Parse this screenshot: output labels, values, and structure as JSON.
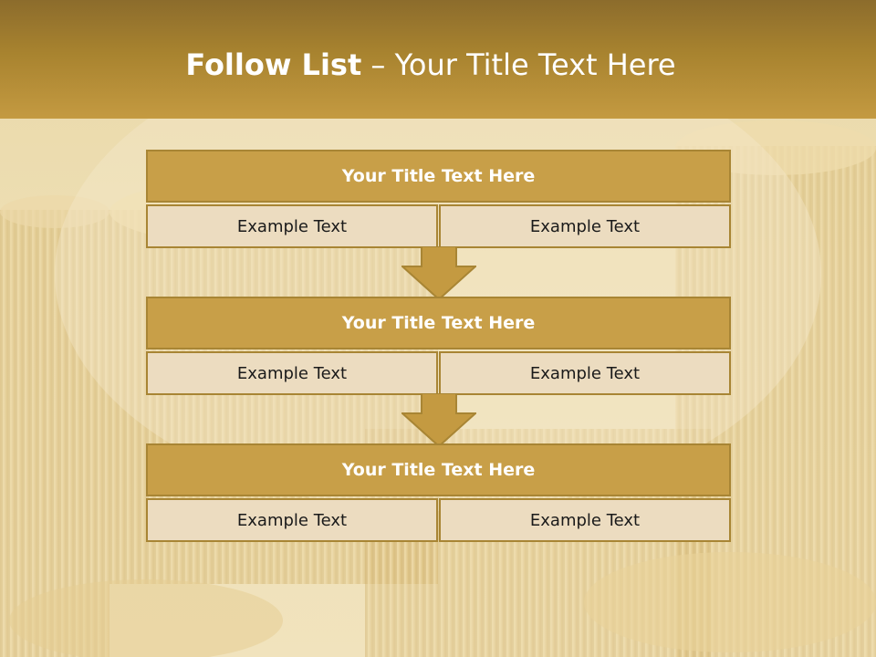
{
  "slide": {
    "title_bold": "Follow List",
    "title_rest": " – Your Title Text Here"
  },
  "blocks": [
    {
      "title": "Your Title Text Here",
      "cells": [
        "Example Text",
        "Example Text"
      ]
    },
    {
      "title": "Your Title Text Here",
      "cells": [
        "Example Text",
        "Example Text"
      ]
    },
    {
      "title": "Your Title Text Here",
      "cells": [
        "Example Text",
        "Example Text"
      ]
    }
  ],
  "colors": {
    "header": "#a8832f",
    "title_fill": "#c89f48",
    "cell_fill": "#ecdcc0",
    "border": "#a88534",
    "arrow": "#c49a41"
  },
  "icons": {
    "arrow": "down-arrow-icon"
  }
}
